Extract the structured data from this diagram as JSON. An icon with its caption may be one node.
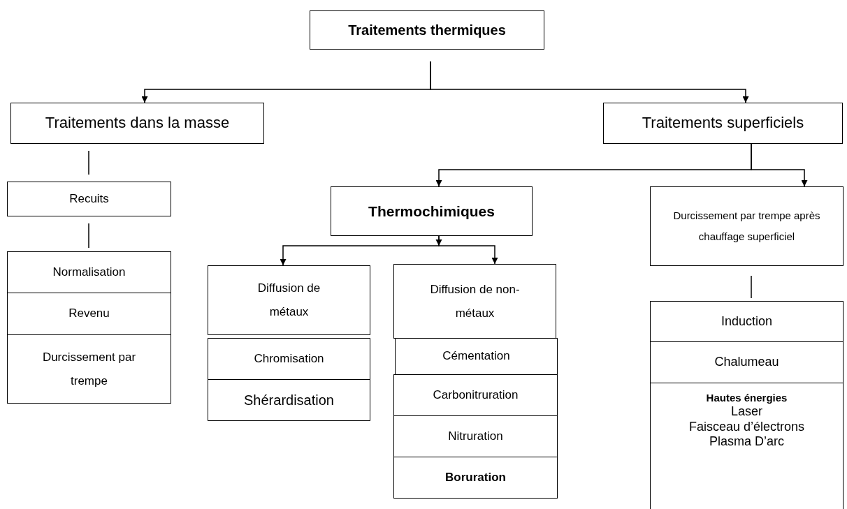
{
  "diagram": {
    "nodes": [
      {
        "text": [
          "Traitements thermiques"
        ]
      },
      {
        "text": [
          "Traitements dans la masse"
        ]
      },
      {
        "text": [
          "Traitements superficiels"
        ]
      },
      {
        "text": [
          "Recuits"
        ]
      },
      {
        "text": [
          "Normalisation"
        ]
      },
      {
        "text": [
          "Revenu"
        ]
      },
      {
        "text": [
          "Durcissement par trempe"
        ]
      },
      {
        "text": [
          "Thermochimiques"
        ]
      },
      {
        "text": [
          "Durcissement par trempe après chauffage superficiel"
        ]
      },
      {
        "text": [
          "Diffusion de métaux"
        ]
      },
      {
        "text": [
          "Chromisation"
        ]
      },
      {
        "text": [
          "Shérardisation"
        ]
      },
      {
        "text": [
          "Diffusion de non-métaux"
        ]
      },
      {
        "text": [
          "Cémentation"
        ]
      },
      {
        "text": [
          "Carbonitruration"
        ]
      },
      {
        "text": [
          "Nitruration"
        ]
      },
      {
        "text": [
          "Boruration"
        ]
      },
      {
        "text": [
          "Induction"
        ]
      },
      {
        "text": [
          "Chalumeau"
        ]
      },
      {
        "text": [
          "Hautes énergies",
          "Laser",
          "Faisceau d’électrons",
          "Plasma D’arc"
        ]
      }
    ],
    "edges": [
      {
        "from": 0,
        "to": 1,
        "arrow": "to"
      },
      {
        "from": 0,
        "to": 2,
        "arrow": "to"
      },
      {
        "from": 1,
        "to": 3,
        "arrow": "none"
      },
      {
        "from": 3,
        "to": 4,
        "arrow": "none"
      },
      {
        "from": 2,
        "to": 7,
        "arrow": "to"
      },
      {
        "from": 2,
        "to": 8,
        "arrow": "to"
      },
      {
        "from": 7,
        "to": 9,
        "arrow": "to"
      },
      {
        "from": 7,
        "to": 12,
        "arrow": "to"
      },
      {
        "from": 8,
        "to": 17,
        "arrow": "none"
      }
    ]
  }
}
